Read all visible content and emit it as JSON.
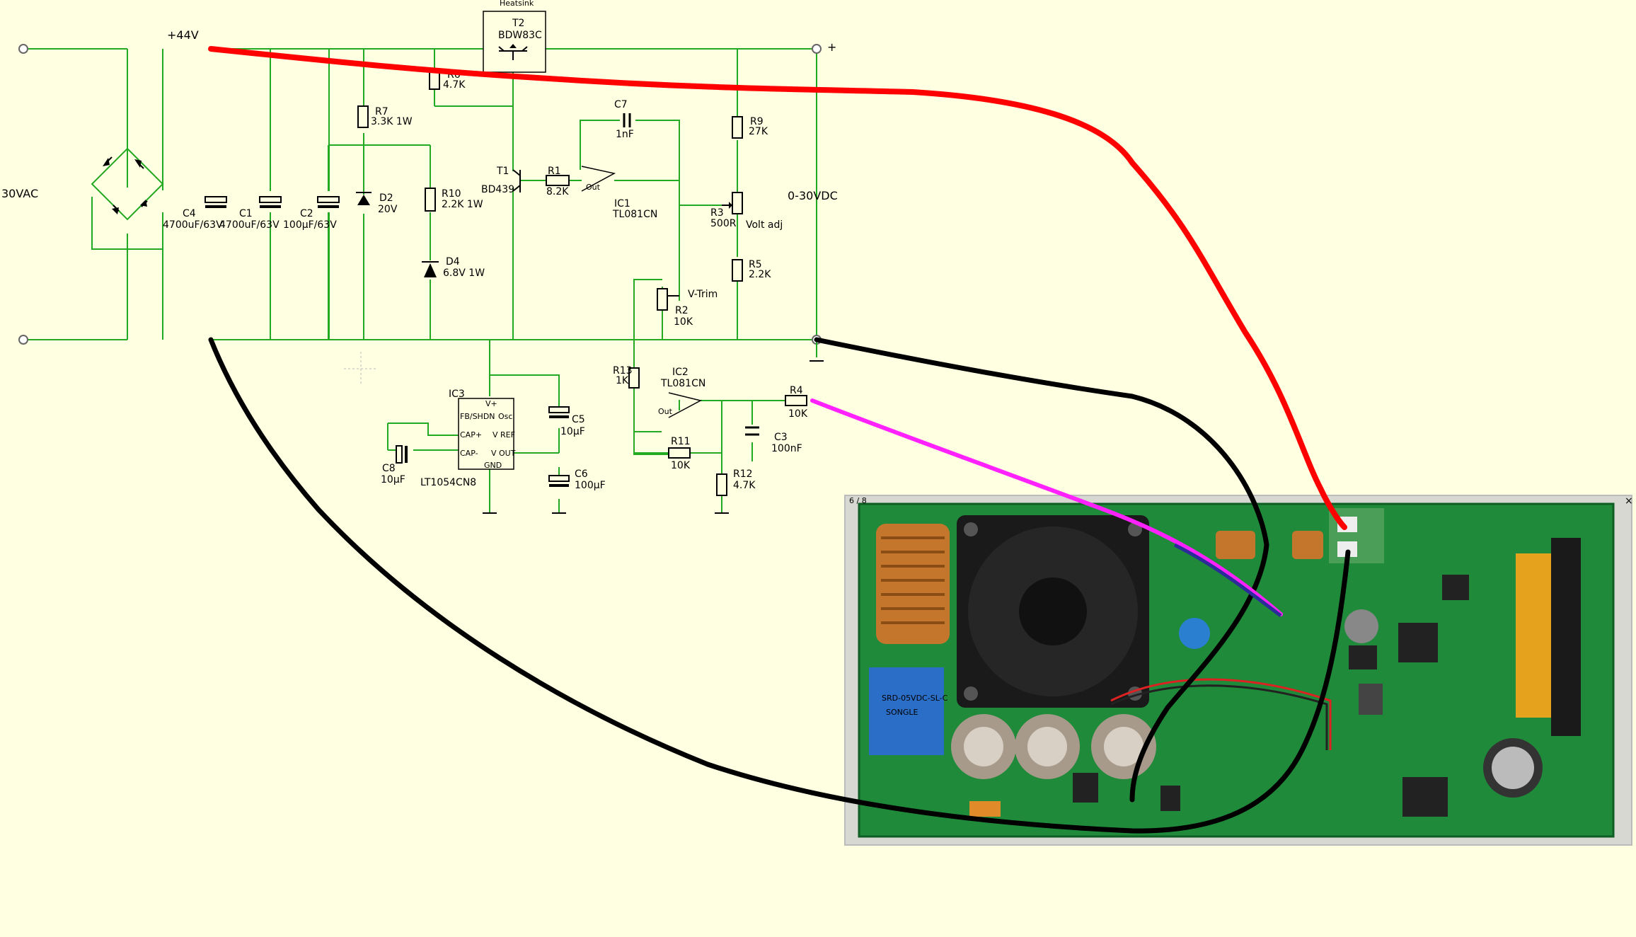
{
  "header": {
    "heatsink": "Heatsink",
    "plus44": "+44V",
    "plus_terminal": "+",
    "input_ac": "30VAC",
    "output_dc": "0-30VDC"
  },
  "components": {
    "t2": {
      "ref": "T2",
      "value": "BDW83C"
    },
    "r6": {
      "ref": "R6",
      "value": "4.7K"
    },
    "r7": {
      "ref": "R7",
      "value": "3.3K 1W"
    },
    "c7": {
      "ref": "C7",
      "value": "1nF"
    },
    "r9": {
      "ref": "R9",
      "value": "27K"
    },
    "t1": {
      "ref": "T1",
      "value": "BD439"
    },
    "r1": {
      "ref": "R1",
      "value": "8.2K"
    },
    "ic1": {
      "ref": "IC1",
      "value": "TL081CN",
      "out": "Out"
    },
    "r10": {
      "ref": "R10",
      "value": "2.2K 1W"
    },
    "d2": {
      "ref": "D2",
      "value": "20V"
    },
    "c4": {
      "ref": "C4",
      "value": "4700uF/63V"
    },
    "c1": {
      "ref": "C1",
      "value": "4700uF/63V"
    },
    "c2": {
      "ref": "C2",
      "value": "100µF/63V"
    },
    "r3": {
      "ref": "R3",
      "value": "500R",
      "name": "Volt adj"
    },
    "d4": {
      "ref": "D4",
      "value": "6.8V 1W"
    },
    "r5": {
      "ref": "R5",
      "value": "2.2K"
    },
    "r2": {
      "ref": "R2",
      "value": "10K",
      "name": "V-Trim"
    },
    "ic3": {
      "ref": "IC3",
      "value": "LT1054CN8",
      "pins": [
        "V+",
        "FB/SHDN",
        "Osc",
        "CAP+",
        "V REF",
        "CAP-",
        "V OUT",
        "GND"
      ]
    },
    "r13": {
      "ref": "R13",
      "value": "1K"
    },
    "ic2": {
      "ref": "IC2",
      "value": "TL081CN",
      "out": "Out"
    },
    "r4": {
      "ref": "R4",
      "value": "10K"
    },
    "c5": {
      "ref": "C5",
      "value": "10µF"
    },
    "c3": {
      "ref": "C3",
      "value": "100nF"
    },
    "r11": {
      "ref": "R11",
      "value": "10K"
    },
    "c8": {
      "ref": "C8",
      "value": "10µF"
    },
    "r12": {
      "ref": "R12",
      "value": "4.7K"
    },
    "c6": {
      "ref": "C6",
      "value": "100µF"
    }
  },
  "photo": {
    "page_counter": "6 / 8",
    "close_glyph": "×",
    "relay_text": "SRD-05VDC-SL-C",
    "relay_brand": "SONGLE"
  },
  "colors": {
    "background": "#ffffe1",
    "wire": "#22aa22",
    "red_lead": "#ff0000",
    "black_lead": "#000000",
    "magenta_lead": "#ff22ff",
    "pcb": "#1f8a3a"
  }
}
